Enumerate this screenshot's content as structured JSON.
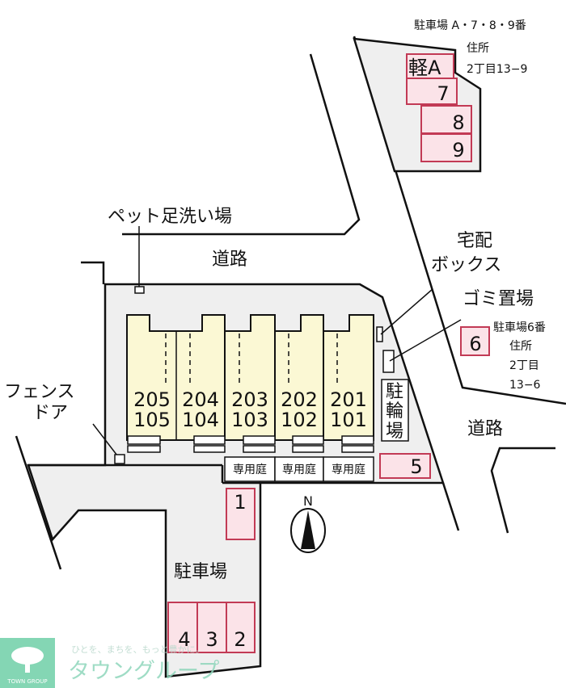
{
  "annex_lot": {
    "title": "駐車場 A・7・8・9番",
    "address_label": "住所",
    "address": "2丁目13−9",
    "spaces": [
      "軽A",
      "7",
      "8",
      "9"
    ]
  },
  "labels": {
    "pet_footwash": "ペット足洗い場",
    "road_north": "道路",
    "road_east": "道路",
    "delivery_box_line1": "宅配",
    "delivery_box_line2": "ボックス",
    "garbage": "ゴミ置場",
    "bicycle_parking": [
      "駐",
      "輪",
      "場"
    ],
    "fence_door_line1": "フェンス",
    "fence_door_line2": "ドア",
    "parking": "駐車場",
    "private_garden": "専用庭",
    "north": "N"
  },
  "units": [
    {
      "upper": "205",
      "lower": "105"
    },
    {
      "upper": "204",
      "lower": "104"
    },
    {
      "upper": "203",
      "lower": "103"
    },
    {
      "upper": "202",
      "lower": "102"
    },
    {
      "upper": "201",
      "lower": "101"
    }
  ],
  "parking_spaces": {
    "p1": "1",
    "p2": "2",
    "p3": "3",
    "p4": "4",
    "p5": "5"
  },
  "lot6": {
    "number": "6",
    "title": "駐車場6番",
    "address_label": "住所",
    "address_line1": "2丁目",
    "address_line2": "13−6"
  },
  "logo": {
    "tagline": "ひとを、まちを、もっと豊かに。",
    "name": "タウングループ",
    "mark_text": "TOWN GROUP",
    "color": "#6fcfa7"
  }
}
